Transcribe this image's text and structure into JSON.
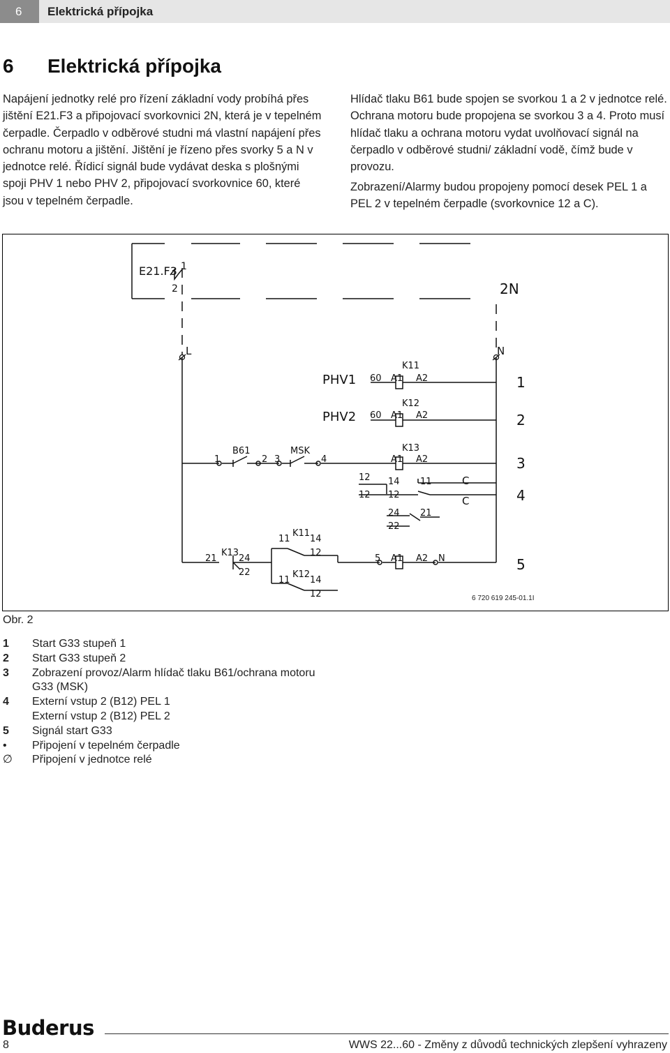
{
  "header": {
    "chapter_number": "6",
    "chapter_title": "Elektrická přípojka"
  },
  "section": {
    "number": "6",
    "title": "Elektrická přípojka"
  },
  "paragraphs": {
    "left": "Napájení jednotky relé pro řízení základní vody probíhá přes jištění E21.F3 a připojovací svorkovnici 2N, která je v tepelném čerpadle. Čerpadlo v odběrové studni má vlastní napájení přes ochranu motoru a jištění. Jištění je řízeno přes svorky 5 a N v jednotce relé. Řídicí signál bude vydávat deska s plošnými spoji PHV 1 nebo PHV 2, připojovací svorkovnice 60, které jsou v tepelném čerpadle.",
    "right1": "Hlídač tlaku B61 bude spojen se svorkou 1 a 2 v jednotce relé. Ochrana motoru bude propojena se svorkou 3 a 4. Proto musí hlídač tlaku a ochrana motoru vydat uvolňovací signál na čerpadlo v odběrové studni/ základní vodě, čímž bude v provozu.",
    "right2": "Zobrazení/Alarmy budou propojeny pomocí desek PEL 1 a PEL 2 v tepelném čerpadle (svorkovnice 12 a C)."
  },
  "diagram": {
    "labels": {
      "fuse": "E21.F3",
      "fuse_pin1": "1",
      "fuse_pin2": "2",
      "terminal_block": "2N",
      "line": "L",
      "neutral": "N",
      "phv1": "PHV1",
      "phv2": "PHV2",
      "t60a": "60",
      "t60b": "60",
      "k11": "K11",
      "k12": "K12",
      "k13": "K13",
      "a1_1": "A1",
      "a2_1": "A2",
      "a1_2": "A1",
      "a2_2": "A2",
      "a1_3": "A1",
      "a2_3": "A2",
      "b61": "B61",
      "msk": "MSK",
      "t1": "1",
      "t2": "2",
      "t3": "3",
      "t4": "4",
      "t12a": "12",
      "t12b": "12",
      "c14": "14",
      "c11": "11",
      "c12": "12",
      "c24": "24",
      "c21": "21",
      "c22": "22",
      "cC1": "C",
      "cC2": "C",
      "k13b": "K13",
      "b21": "21",
      "b24": "24",
      "b22": "22",
      "k11b": "K11",
      "d11a": "11",
      "d14a": "14",
      "d12a": "12",
      "k12b": "K12",
      "d11b": "11",
      "d14b": "14",
      "d12b": "12",
      "t5": "5",
      "a1_4": "A1",
      "a2_4": "A2",
      "n2": "N",
      "code": "6 720 619 245-01.1I"
    },
    "callouts": [
      "1",
      "2",
      "3",
      "4",
      "5"
    ]
  },
  "figure_label": "Obr. 2",
  "legend": [
    {
      "key": "1",
      "text": "Start G33 stupeň 1"
    },
    {
      "key": "2",
      "text": "Start G33 stupeň 2"
    },
    {
      "key": "3",
      "text": "Zobrazení provoz/Alarm hlídač tlaku B61/ochrana motoru G33 (MSK)"
    },
    {
      "key": "4",
      "text": "Externí vstup 2 (B12) PEL 1"
    },
    {
      "key": "",
      "text": "Externí vstup 2 (B12) PEL 2"
    },
    {
      "key": "5",
      "text": "Signál start G33"
    },
    {
      "key": "•",
      "text": "Připojení v tepelném čerpadle"
    },
    {
      "key": "∅",
      "text": "Připojení v jednotce relé"
    }
  ],
  "footer": {
    "brand": "Buderus",
    "page_number": "8",
    "document": "WWS 22...60 - Změny z důvodů technických zlepšení vyhrazeny"
  }
}
